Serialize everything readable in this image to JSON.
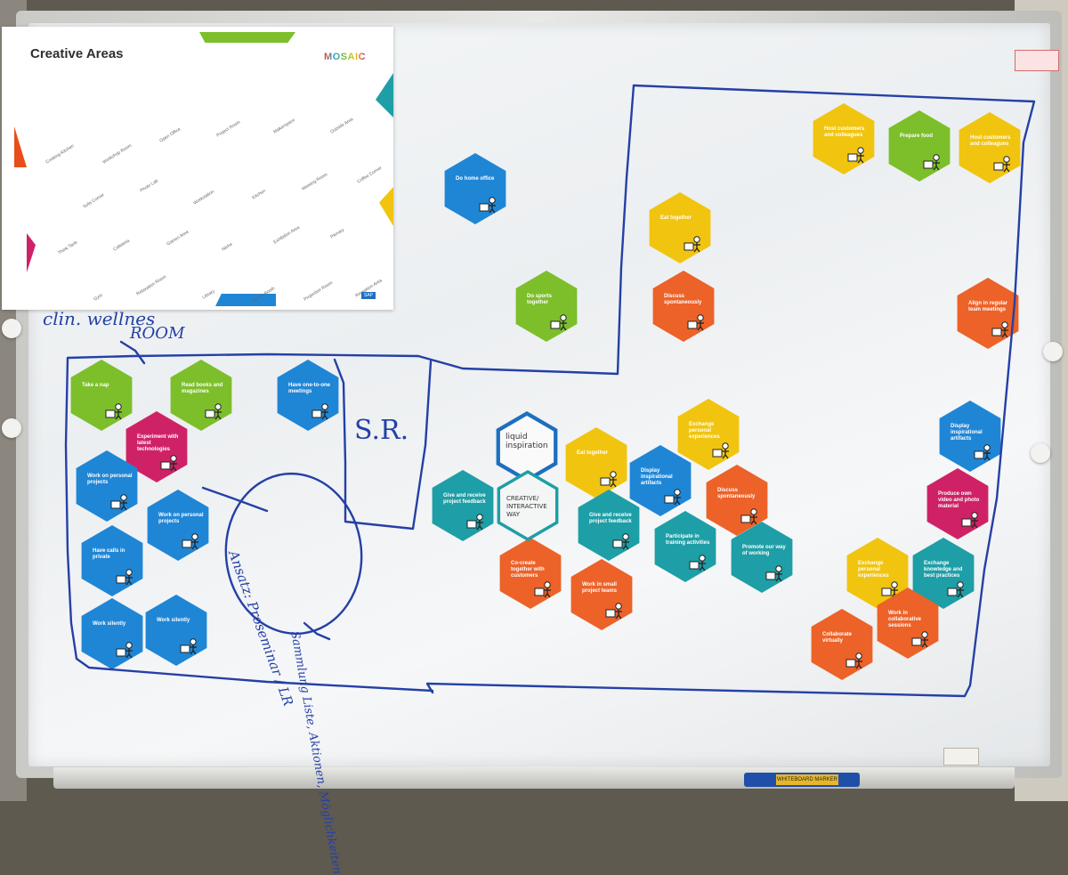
{
  "poster": {
    "title": "Creative Areas",
    "logo": "MOSAIC",
    "logo_colors": [
      "#e84e1b",
      "#1fa0d8",
      "#7cbf2b",
      "#f1c40f",
      "#cf2266",
      "#1e9ea6"
    ],
    "areas": [
      {
        "label": "Cooking Kitchen"
      },
      {
        "label": "Workshop Room"
      },
      {
        "label": "Open Office"
      },
      {
        "label": "Project Room"
      },
      {
        "label": "Makerspace"
      },
      {
        "label": "Outside Area"
      },
      {
        "label": "Sofa Corner"
      },
      {
        "label": "Photo Lab"
      },
      {
        "label": "Workstation"
      },
      {
        "label": "Kitchen"
      },
      {
        "label": "Meeting Room"
      },
      {
        "label": "Coffee Corner"
      },
      {
        "label": "Think Tank"
      },
      {
        "label": "Cafeteria"
      },
      {
        "label": "Games Area"
      },
      {
        "label": "Niche"
      },
      {
        "label": "Exhibition Area"
      },
      {
        "label": "Plenary"
      },
      {
        "label": "Gym"
      },
      {
        "label": "Relaxation Room"
      },
      {
        "label": "Library"
      },
      {
        "label": "Phone Booth"
      },
      {
        "label": "Projection Room"
      },
      {
        "label": "Reception Area"
      }
    ]
  },
  "colors": {
    "blue": "#1f86d6",
    "green": "#7cbf2b",
    "yellow": "#f1c40f",
    "orange": "#ec6228",
    "magenta": "#cf2266",
    "teal": "#1e9ea6",
    "marker_ink": "#2440a6"
  },
  "hexagons": [
    {
      "label": "Do home office",
      "color": "blue"
    },
    {
      "label": "Do sports together",
      "color": "green"
    },
    {
      "label": "Host customers and colleagues",
      "color": "yellow"
    },
    {
      "label": "Prepare food",
      "color": "green"
    },
    {
      "label": "Host customers and colleagues",
      "color": "yellow"
    },
    {
      "label": "Eat together",
      "color": "yellow"
    },
    {
      "label": "Discuss spontaneously",
      "color": "orange"
    },
    {
      "label": "Align in regular team meetings",
      "color": "orange"
    },
    {
      "label": "Take a nap",
      "color": "green"
    },
    {
      "label": "Read books and magazines",
      "color": "green"
    },
    {
      "label": "Have one-to-one meetings",
      "color": "blue"
    },
    {
      "label": "Experiment with latest technologies",
      "color": "magenta"
    },
    {
      "label": "Work on personal projects",
      "color": "blue"
    },
    {
      "label": "Work on personal projects",
      "color": "blue"
    },
    {
      "label": "Have calls in private",
      "color": "blue"
    },
    {
      "label": "Work silently",
      "color": "blue"
    },
    {
      "label": "Work silently",
      "color": "blue"
    },
    {
      "label": "Exchange personal experiences",
      "color": "yellow"
    },
    {
      "label": "Eat together",
      "color": "yellow"
    },
    {
      "label": "Display inspirational artifacts",
      "color": "blue"
    },
    {
      "label": "Give and receive project feedback",
      "color": "teal"
    },
    {
      "label": "Give and receive project feedback",
      "color": "teal"
    },
    {
      "label": "Discuss spontaneously",
      "color": "orange"
    },
    {
      "label": "Participate in training activities",
      "color": "teal"
    },
    {
      "label": "Promote our way of working",
      "color": "teal"
    },
    {
      "label": "Co-create together with customers",
      "color": "orange"
    },
    {
      "label": "Work in small project teams",
      "color": "orange"
    },
    {
      "label": "Display inspirational artifacts",
      "color": "blue"
    },
    {
      "label": "Produce own video and photo material",
      "color": "magenta"
    },
    {
      "label": "Exchange personal experiences",
      "color": "yellow"
    },
    {
      "label": "Exchange knowledge and best practices",
      "color": "teal"
    },
    {
      "label": "Work in collaborative sessions",
      "color": "orange"
    },
    {
      "label": "Collaborate virtually",
      "color": "orange"
    }
  ],
  "handwritten_hexagons": [
    {
      "label": "liquid inspiration"
    },
    {
      "label": "CREATIVE/ INTERACTIVE WAY"
    }
  ],
  "handwriting": {
    "top_left": "clin. wellnes",
    "top_left_2": "ROOM",
    "sr": "S.R.",
    "oval": "Ansatz: Proseminar / LR",
    "bottom": "Sammlung Liste, Aktionen, Möglichkeiten"
  },
  "marker": {
    "label": "WHITEBOARD MARKER"
  }
}
